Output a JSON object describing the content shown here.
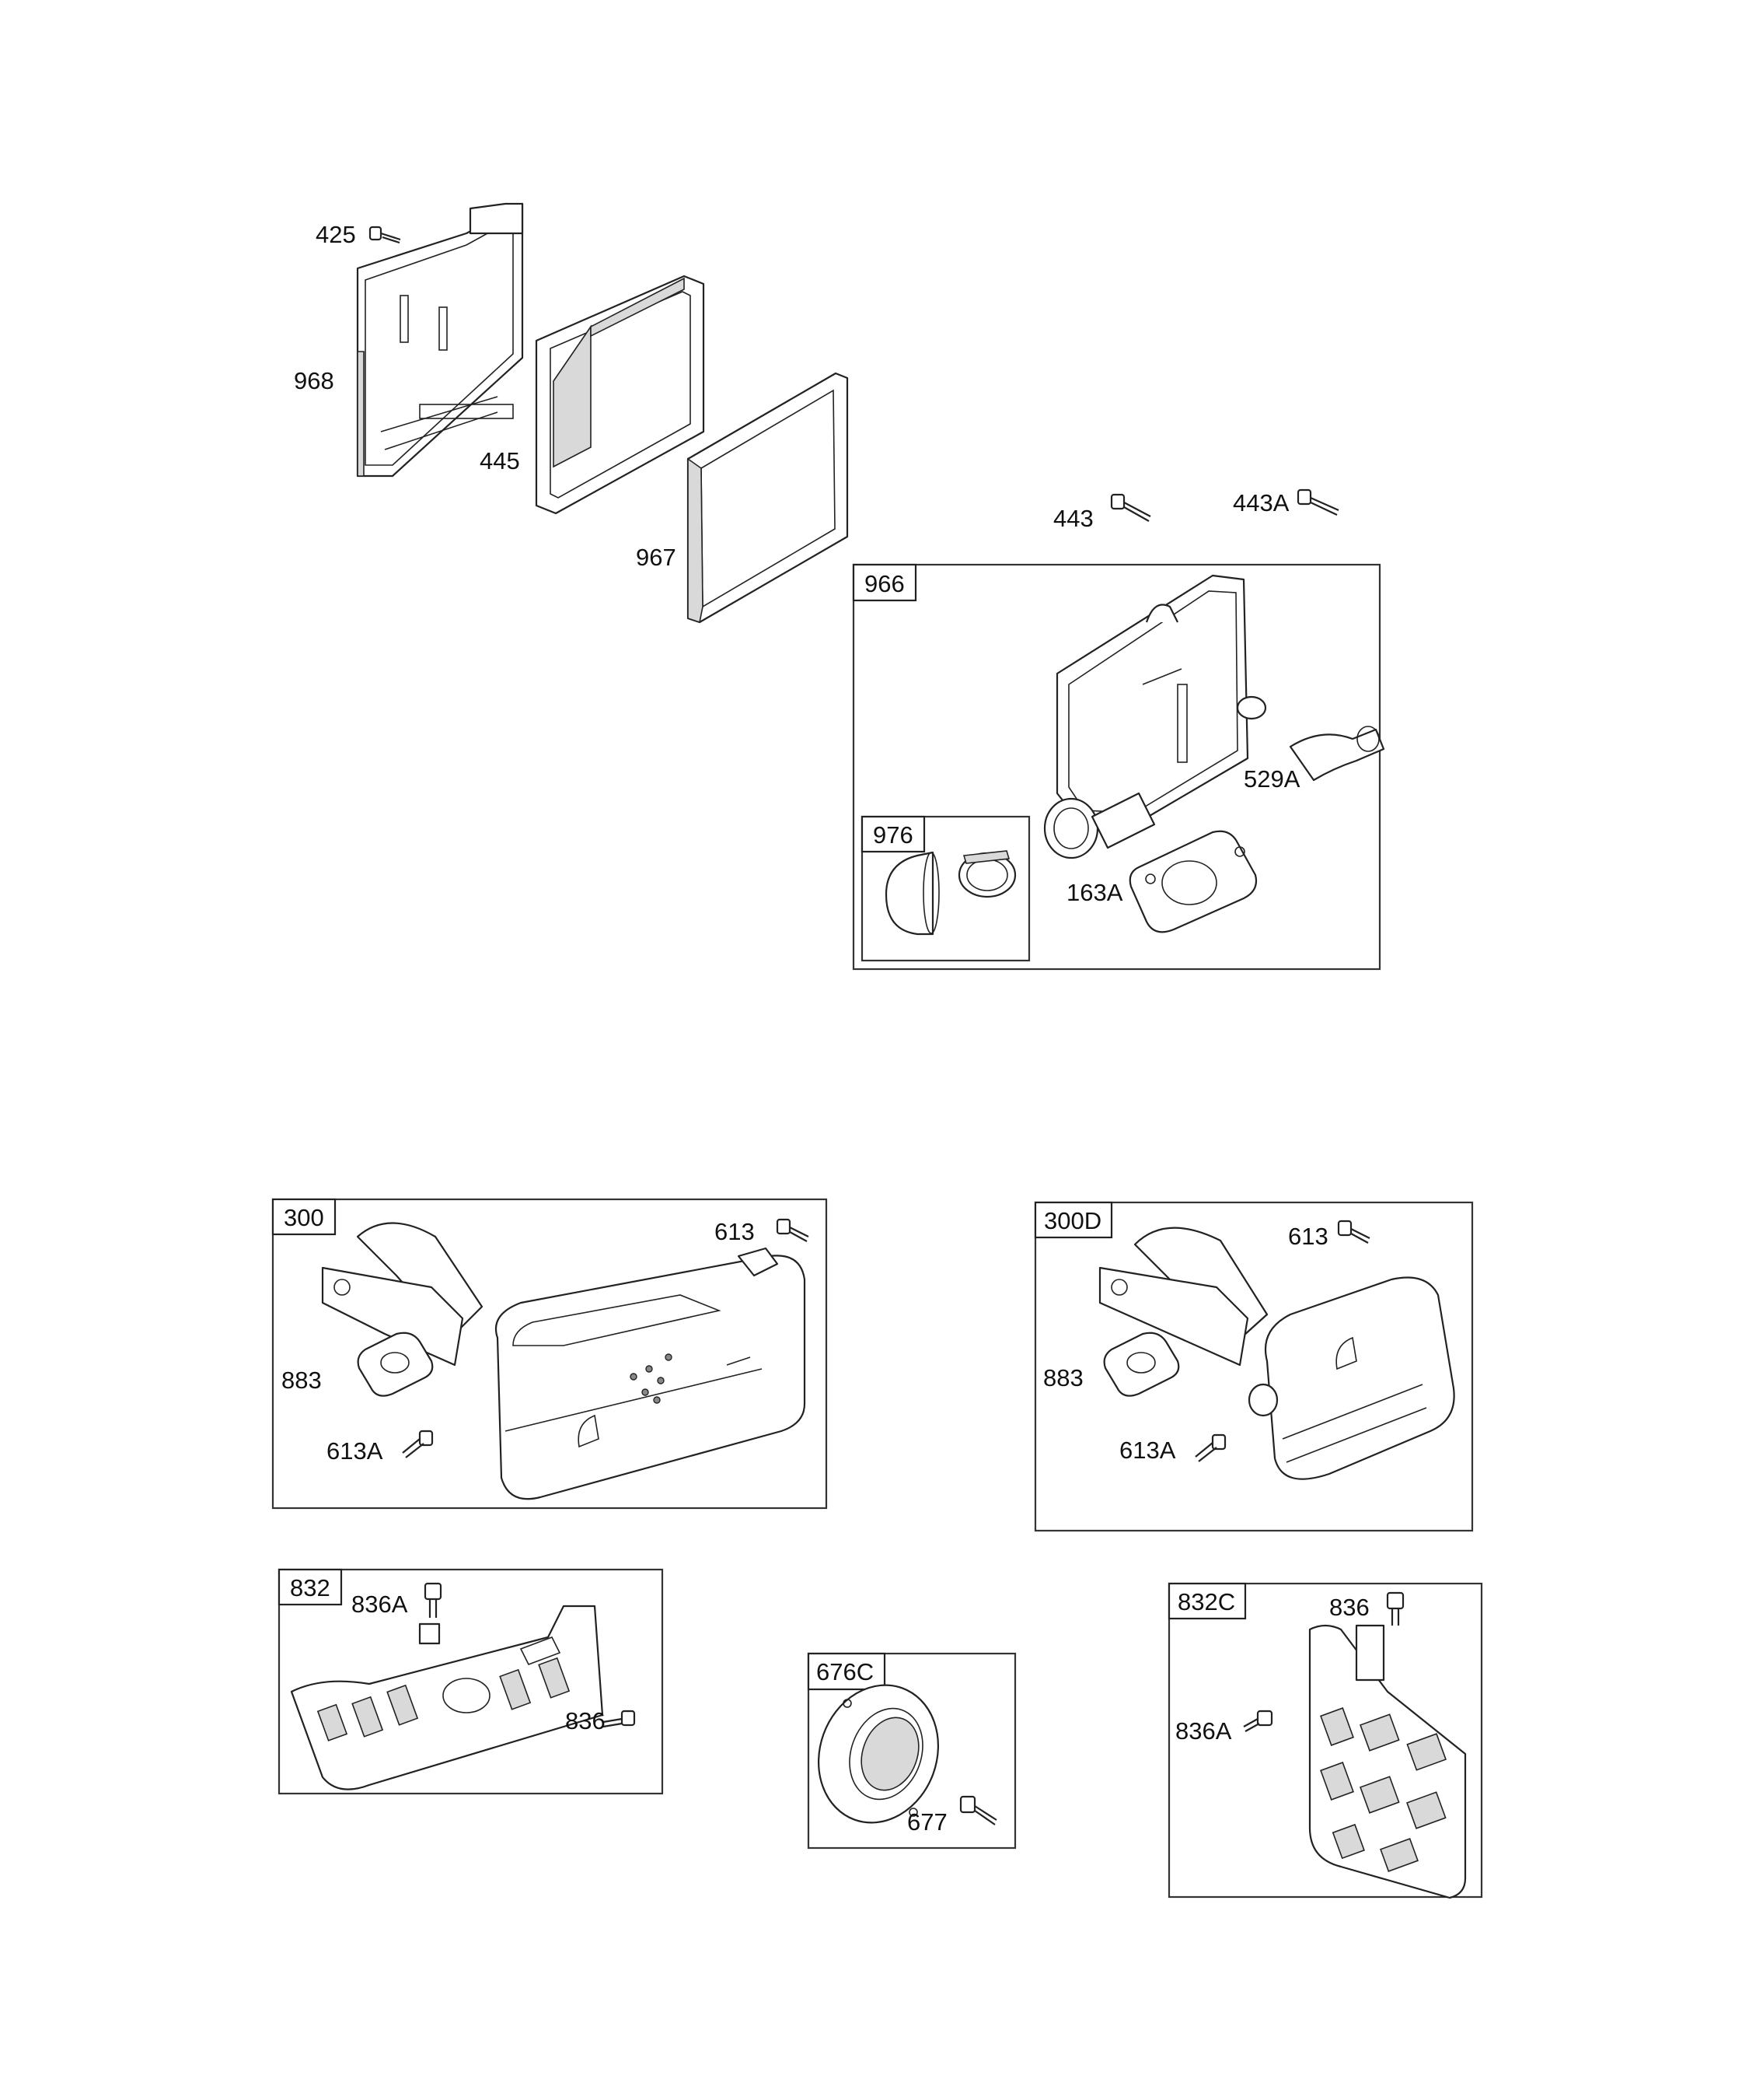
{
  "diagram": {
    "background": "#ffffff",
    "line_color": "#222222",
    "callouts": {
      "c425": "425",
      "c968": "968",
      "c445": "445",
      "c967": "967",
      "c443": "443",
      "c443A": "443A",
      "c966": "966",
      "c529A": "529A",
      "c976": "976",
      "c163A": "163A",
      "c300": "300",
      "c613_a": "613",
      "c883_a": "883",
      "c613A_a": "613A",
      "c300D": "300D",
      "c613_b": "613",
      "c883_b": "883",
      "c613A_b": "613A",
      "c832": "832",
      "c836A_a": "836A",
      "c836_a": "836",
      "c676C": "676C",
      "c677": "677",
      "c832C": "832C",
      "c836_b": "836",
      "c836A_b": "836A"
    }
  }
}
